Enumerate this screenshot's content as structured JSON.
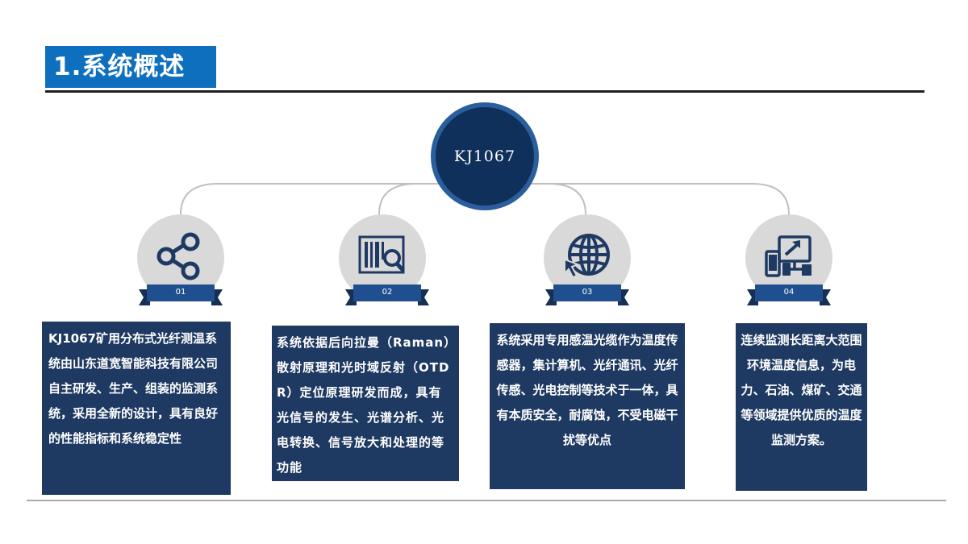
{
  "header": {
    "title": "1.系统概述"
  },
  "hub": {
    "label": "KJ1067"
  },
  "nodes": [
    {
      "number": "01",
      "icon": "share-icon",
      "description": "KJ1067矿用分布式光纤测温系统由山东道宽智能科技有限公司自主研发、生产、组装的监测系统，采用全新的设计，具有良好的性能指标和系统稳定性"
    },
    {
      "number": "02",
      "icon": "barcode-search-icon",
      "description": "系统依据后向拉曼（Raman）散射原理和光时域反射（OTDR）定位原理研发而成，具有光信号的发生、光谱分析、光电转换、信号放大和处理的等功能"
    },
    {
      "number": "03",
      "icon": "globe-cursor-icon",
      "description": "系统采用专用感温光缆作为温度传感器，集计算机、光纤通讯、光纤传感、光电控制等技术于一体，具有本质安全，耐腐蚀，不受电磁干扰等优点"
    },
    {
      "number": "04",
      "icon": "devices-icon",
      "description": "连续监测长距离大范围环境温度信息，为电力、石油、煤矿、交通等领域提供优质的温度监测方案。"
    }
  ],
  "colors": {
    "accent": "#0f6fbf",
    "navy": "#1f3a62",
    "hub_dark": "#10305c",
    "circle_gray": "#d9d9d9"
  }
}
